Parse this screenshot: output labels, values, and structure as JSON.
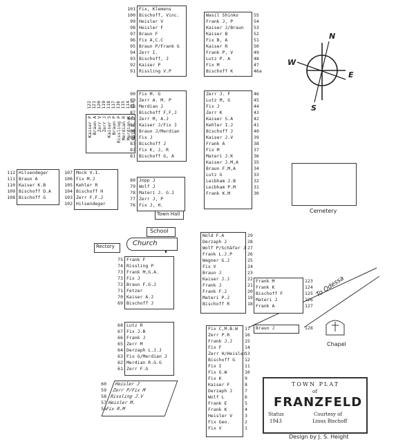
{
  "top_left_block": {
    "rows": [
      {
        "n": "101",
        "name": "Fix, Klemens"
      },
      {
        "n": "100",
        "name": "Bischoff, Vinc."
      },
      {
        "n": "99",
        "name": "Heisler V"
      },
      {
        "n": "98",
        "name": "Heisler F"
      },
      {
        "n": "97",
        "name": "Braun F"
      },
      {
        "n": "96",
        "name": "Fix A,C.C"
      },
      {
        "n": "95",
        "name": "Braun P/Frank G"
      },
      {
        "n": "94",
        "name": "Zerr I."
      },
      {
        "n": "93",
        "name": "Bischoff, J"
      },
      {
        "n": "92",
        "name": "Kaiser P"
      },
      {
        "n": "91",
        "name": "Rissling V.P"
      }
    ]
  },
  "top_right_block": {
    "rows": [
      {
        "n": "55",
        "name": "Wasil Shinko"
      },
      {
        "n": "54",
        "name": "Frank J, P"
      },
      {
        "n": "53",
        "name": "Kaiser J/Braun"
      },
      {
        "n": "52",
        "name": "Kaiser B"
      },
      {
        "n": "51",
        "name": "Fix B, A"
      },
      {
        "n": "50",
        "name": "Kaiser R"
      },
      {
        "n": "49",
        "name": "Frank P, V"
      },
      {
        "n": "48",
        "name": "Lutz P. A"
      },
      {
        "n": "47",
        "name": "Fix M"
      },
      {
        "n": "46a",
        "name": "Bischoff K"
      }
    ]
  },
  "mid_left_block": {
    "rows": [
      {
        "n": "90",
        "name": "Fix M. G"
      },
      {
        "n": "89",
        "name": "Zerr A. M. P"
      },
      {
        "n": "88",
        "name": "Merdian J"
      },
      {
        "n": "87",
        "name": "Bischoff F,F,J"
      },
      {
        "n": "86a",
        "name": "Zerr M, A.J"
      },
      {
        "n": "86",
        "name": "Kaiser J/Fix J"
      },
      {
        "n": "85",
        "name": "Braun J/Merdian"
      },
      {
        "n": "84",
        "name": "Fix J"
      },
      {
        "n": "83",
        "name": "Bischoff J"
      },
      {
        "n": "82",
        "name": "Fix K, J, R"
      },
      {
        "n": "81",
        "name": "Bischoff G, A"
      }
    ]
  },
  "mid_right_block": {
    "rows": [
      {
        "n": "46",
        "name": "Zerr J. F"
      },
      {
        "n": "45",
        "name": "Lutz M, G"
      },
      {
        "n": "44",
        "name": "Fix J"
      },
      {
        "n": "43",
        "name": "Zerr K"
      },
      {
        "n": "42",
        "name": "Kaiser S.A"
      },
      {
        "n": "41",
        "name": "Kehler I.J"
      },
      {
        "n": "40",
        "name": "Bischoff J"
      },
      {
        "n": "39",
        "name": "Kaiser J.V"
      },
      {
        "n": "38",
        "name": "Frank A"
      },
      {
        "n": "37",
        "name": "Fix M"
      },
      {
        "n": "36",
        "name": "Materi J.K"
      },
      {
        "n": "35",
        "name": "Kaiser J.M,A"
      },
      {
        "n": "34",
        "name": "Braun F.M,A"
      },
      {
        "n": "33",
        "name": "Lutz G"
      },
      {
        "n": "32",
        "name": "Leibham J.B"
      },
      {
        "n": "31",
        "name": "Leibham P.M"
      },
      {
        "n": "30",
        "name": "Frank K.M"
      }
    ]
  },
  "vertical_block": {
    "cols": [
      {
        "n": "122",
        "name": "Kaiser P"
      },
      {
        "n": "121",
        "name": "Braun A"
      },
      {
        "n": "120",
        "name": "Zerr V"
      },
      {
        "n": "119",
        "name": "Zerr J"
      },
      {
        "n": "118",
        "name": "Kaiser S"
      },
      {
        "n": "117",
        "name": "Braun P"
      },
      {
        "n": "116",
        "name": "Rissling P"
      },
      {
        "n": "115",
        "name": "Merdian R"
      },
      {
        "n": "114",
        "name": "Merdian K"
      },
      {
        "n": "113",
        "name": "Nold F, P"
      }
    ]
  },
  "far_left_block": {
    "rows": [
      {
        "n": "112",
        "name": "Hilsendeger"
      },
      {
        "n": "111",
        "name": "Braun A"
      },
      {
        "n": "110",
        "name": "Kaiser K.B"
      },
      {
        "n": "109",
        "name": "Bischoff D.A"
      },
      {
        "n": "108",
        "name": "Bischoff G"
      }
    ]
  },
  "left_small_block": {
    "rows": [
      {
        "n": "107",
        "name": "Mock V.I."
      },
      {
        "n": "106",
        "name": "Fix M.J"
      },
      {
        "n": "105",
        "name": "Kehler R"
      },
      {
        "n": "104",
        "name": "Bischoff H"
      },
      {
        "n": "103",
        "name": "Zerr F.F.J"
      },
      {
        "n": "102",
        "name": "Hilsendeger"
      }
    ]
  },
  "town_hall_block": {
    "rows": [
      {
        "n": "80",
        "name": "Jopp J"
      },
      {
        "n": "79",
        "name": "Wolf J"
      },
      {
        "n": "78",
        "name": "Materi J. G.J"
      },
      {
        "n": "77",
        "name": "Zerr J, P"
      },
      {
        "n": "76",
        "name": "Fix J, H."
      }
    ],
    "label": "Town Hall"
  },
  "church_block": {
    "rows": [
      {
        "n": "75",
        "name": "Frank F"
      },
      {
        "n": "74",
        "name": "Rissling P"
      },
      {
        "n": "73",
        "name": "Frank M,G.A."
      },
      {
        "n": "73",
        "name": "Fix J"
      },
      {
        "n": "72",
        "name": "Braun F.G.J"
      },
      {
        "n": "71",
        "name": "Fetzer"
      },
      {
        "n": "70",
        "name": "Kaiser A.J"
      },
      {
        "n": "69",
        "name": "Bischoff J"
      }
    ]
  },
  "church_diag_block": {
    "rows": [
      {
        "n": "29",
        "name": "Nold F.A"
      },
      {
        "n": "28",
        "name": "Derzaph J"
      },
      {
        "n": "27",
        "name": "Wolf P/Schäfer J"
      },
      {
        "n": "26",
        "name": "Frank L.J.P"
      },
      {
        "n": "25",
        "name": "Wagner G.J"
      },
      {
        "n": "24",
        "name": "Fix V"
      },
      {
        "n": "23",
        "name": "Braun J"
      },
      {
        "n": "22",
        "name": "Kaiser J.J"
      },
      {
        "n": "21",
        "name": "Frank J"
      },
      {
        "n": "20",
        "name": "Frank F.J"
      },
      {
        "n": "19",
        "name": "Materi P.J"
      },
      {
        "n": "18",
        "name": "Bischoff R"
      }
    ]
  },
  "odessa_block": {
    "rows": [
      {
        "n": "123",
        "name": "Frank M"
      },
      {
        "n": "124",
        "name": "Frank K"
      },
      {
        "n": "125",
        "name": "Bischoff F"
      },
      {
        "n": "126",
        "name": "Materi J"
      },
      {
        "n": "127",
        "name": "Frank A"
      }
    ],
    "single": {
      "n": "128",
      "name": "Braun J"
    }
  },
  "lower_left_block": {
    "rows": [
      {
        "n": "68",
        "name": "Lutz R"
      },
      {
        "n": "67",
        "name": "Fix J.B"
      },
      {
        "n": "66",
        "name": "Frank J"
      },
      {
        "n": "65",
        "name": "Zerr M"
      },
      {
        "n": "64",
        "name": "Derzaph L.J.J"
      },
      {
        "n": "63",
        "name": "Fix G/Merdian J"
      },
      {
        "n": "62",
        "name": "Merdian R.G.G"
      },
      {
        "n": "61",
        "name": "Zerr F.G"
      }
    ]
  },
  "lower_right_block": {
    "rows": [
      {
        "n": "17",
        "name": "Fix C,M.B.W"
      },
      {
        "n": "16",
        "name": "Zerr P.R"
      },
      {
        "n": "15",
        "name": "Frank J.J"
      },
      {
        "n": "14",
        "name": "Fix F"
      },
      {
        "n": "13",
        "name": "Zerr H/Heisler"
      },
      {
        "n": "12",
        "name": "Bischoff G"
      },
      {
        "n": "11",
        "name": "Fix I"
      },
      {
        "n": "10",
        "name": "Fix G.W"
      },
      {
        "n": "9",
        "name": "Fix K"
      },
      {
        "n": "8",
        "name": "Kaiser F"
      },
      {
        "n": "7",
        "name": "Derzaph J"
      },
      {
        "n": "6",
        "name": "Wolf L"
      },
      {
        "n": "5",
        "name": "Frank E"
      },
      {
        "n": "4",
        "name": "Frank K"
      },
      {
        "n": "3",
        "name": "Heisler V"
      },
      {
        "n": "2",
        "name": "Fix Geo."
      },
      {
        "n": "1",
        "name": "Fix V"
      }
    ]
  },
  "diag_bottom_block": {
    "rows": [
      {
        "n": "60",
        "name": "Heisler J"
      },
      {
        "n": "59",
        "name": "Zerr P/Fix M"
      },
      {
        "n": "58",
        "name": "Rissling J.V"
      },
      {
        "n": "57",
        "name": "Heisler M."
      },
      {
        "n": "56",
        "name": "Fix R.M"
      }
    ]
  },
  "labels": {
    "school": "School",
    "church": "Church",
    "rectory": "Rectory",
    "cemetery": "Cemetery",
    "chapel": "Chapel",
    "to_odessa": "To Odessa",
    "design": "Design by J. S. Height"
  },
  "compass": {
    "n": "N",
    "s": "S",
    "e": "E",
    "w": "W"
  },
  "plat": {
    "town_plat": "TOWN PLAT",
    "of": "of",
    "name": "FRANZFELD",
    "status": "Status",
    "year": "1943",
    "courtesy": "Courtesy of",
    "courtesy_name": "Linus Bischoff"
  }
}
